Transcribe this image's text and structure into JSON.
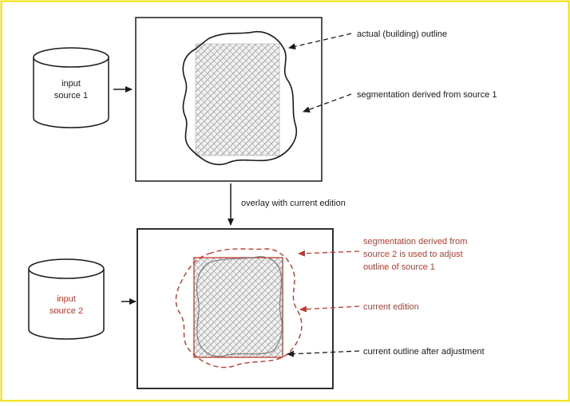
{
  "frame": {
    "border_color": "#f0e000"
  },
  "colors": {
    "black": "#1a1a1a",
    "red": "#c0392b",
    "hatch": "#9a9a9a"
  },
  "top_panel": {
    "source_label_line1": "input",
    "source_label_line2": "source 1",
    "label_outline": "actual (building) outline",
    "label_segment": "segmentation derived from source 1"
  },
  "transition_label": "overlay with current edition",
  "bottom_panel": {
    "source_label_line1": "input",
    "source_label_line2": "source 2",
    "label_red_line1": "segmentation derived from",
    "label_red_line2": "source 2 is used to adjust",
    "label_red_line3": "outline of source 1",
    "label_red_short": "current edition",
    "label_black": "current outline after adjustment"
  }
}
